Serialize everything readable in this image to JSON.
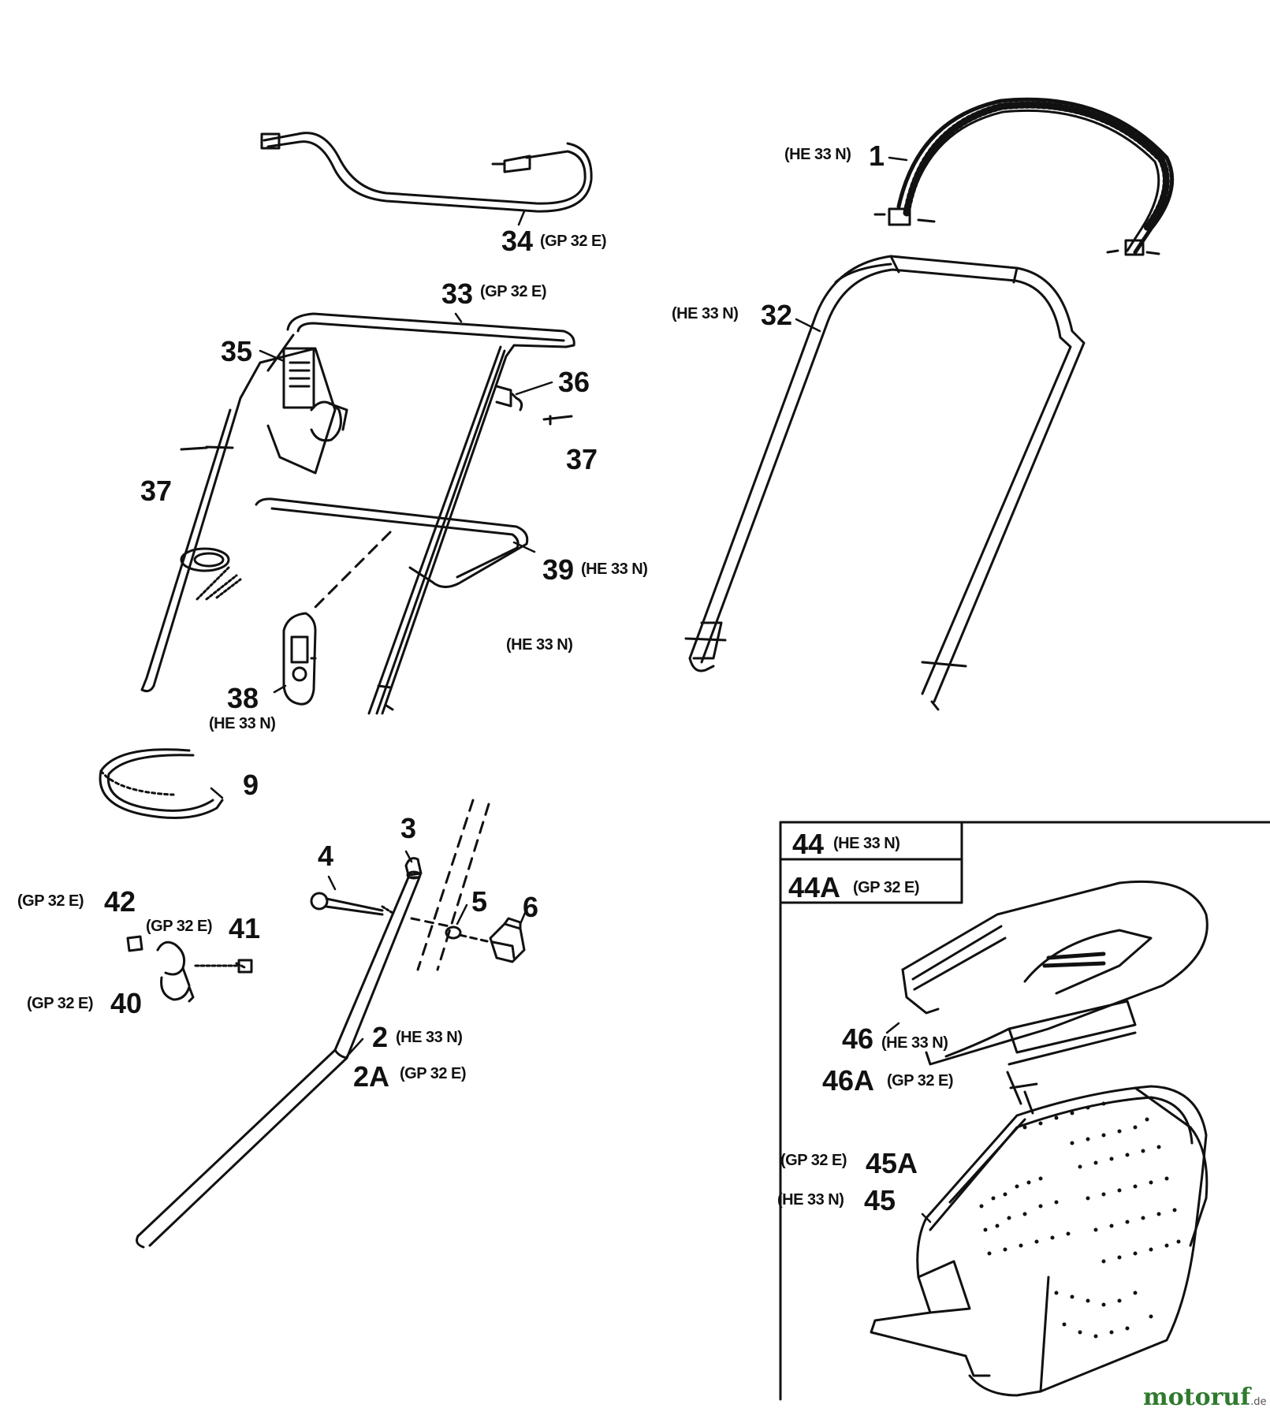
{
  "parts": {
    "p1": {
      "number": "1",
      "model": "(HE 33 N)"
    },
    "p34": {
      "number": "34",
      "model": "(GP 32 E)"
    },
    "p33": {
      "number": "33",
      "model": "(GP 32 E)"
    },
    "p32": {
      "number": "32",
      "model": "(HE 33 N)"
    },
    "p35": {
      "number": "35"
    },
    "p36": {
      "number": "36"
    },
    "p37a": {
      "number": "37"
    },
    "p37b": {
      "number": "37"
    },
    "p39": {
      "number": "39",
      "model": "(HE 33 N)"
    },
    "hex_free": {
      "model": "(HE 33 N)"
    },
    "p38": {
      "number": "38",
      "model": "(HE 33 N)"
    },
    "p9": {
      "number": "9"
    },
    "p3": {
      "number": "3"
    },
    "p4": {
      "number": "4"
    },
    "p5": {
      "number": "5"
    },
    "p6": {
      "number": "6"
    },
    "p42": {
      "number": "42",
      "model": "(GP 32 E)"
    },
    "p41": {
      "number": "41",
      "model": "(GP 32 E)"
    },
    "p40": {
      "number": "40",
      "model": "(GP 32 E)"
    },
    "p2": {
      "number": "2",
      "model": "(HE 33 N)"
    },
    "p2A": {
      "number": "2A",
      "model": "(GP 32 E)"
    },
    "p44": {
      "number": "44",
      "model": "(HE 33 N)"
    },
    "p44A": {
      "number": "44A",
      "model": "(GP 32 E)"
    },
    "p46": {
      "number": "46",
      "model": "(HE 33 N)"
    },
    "p46A": {
      "number": "46A",
      "model": "(GP 32 E)"
    },
    "p45A": {
      "number": "45A",
      "model": "(GP 32 E)"
    },
    "p45": {
      "number": "45",
      "model": "(HE 33 N)"
    }
  },
  "watermark": {
    "text": "motoruf",
    "suffix": ".de"
  }
}
